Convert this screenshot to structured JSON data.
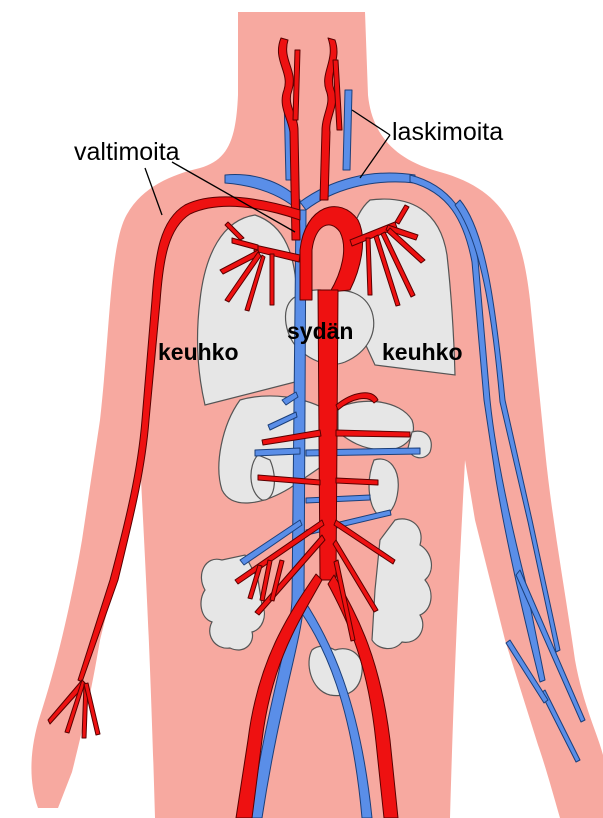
{
  "labels": {
    "arteries": "valtimoita",
    "veins": "laskimoita",
    "heart": "sydän",
    "lung_left": "keuhko",
    "lung_right": "keuhko"
  },
  "colors": {
    "background": "#ffffff",
    "skin": "#f7a9a0",
    "artery": "#ee1111",
    "vein": "#5a8ee8",
    "organ": "#e6e6e6",
    "outline": "#555555"
  }
}
